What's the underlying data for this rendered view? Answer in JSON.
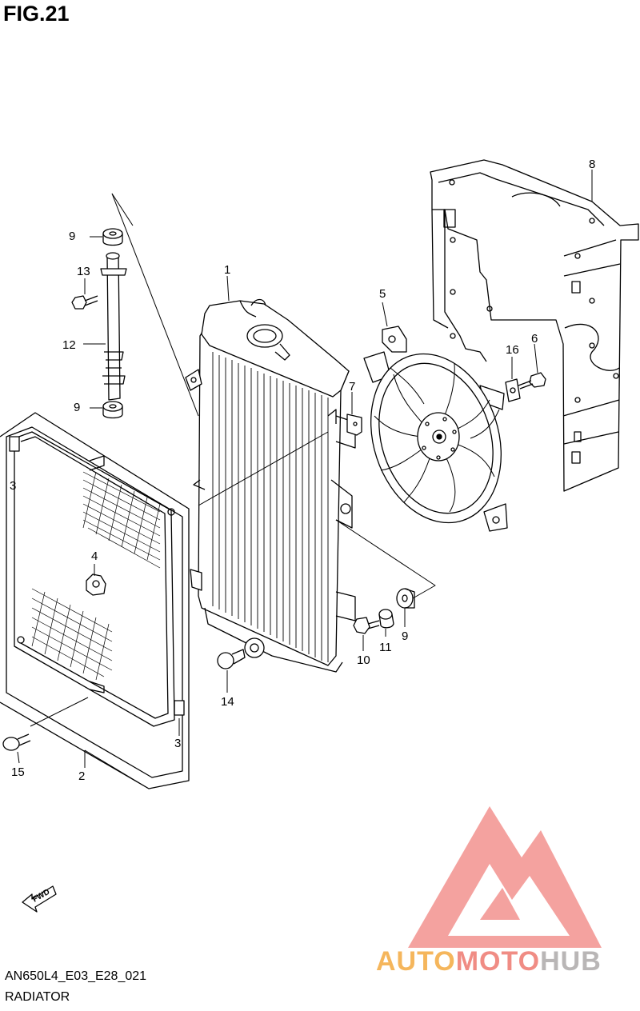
{
  "figure_title": "FIG.21",
  "drawing_code": "AN650L4_E03_E28_021",
  "caption": "RADIATOR",
  "fwd_label": "FWD",
  "watermark": {
    "part1": "AUTO",
    "part2": "MOTO",
    "part3": "HUB",
    "color1": "#f5b65c",
    "color2": "#f08c84",
    "color3": "#b9b6b6",
    "logo_color": "#f28b88"
  },
  "callouts": {
    "c1": "1",
    "c2": "2",
    "c3a": "3",
    "c3b": "3",
    "c4": "4",
    "c5": "5",
    "c6": "6",
    "c7": "7",
    "c8": "8",
    "c9a": "9",
    "c9b": "9",
    "c9c": "9",
    "c10": "10",
    "c11": "11",
    "c12": "12",
    "c13": "13",
    "c14": "14",
    "c15": "15",
    "c16": "16"
  }
}
